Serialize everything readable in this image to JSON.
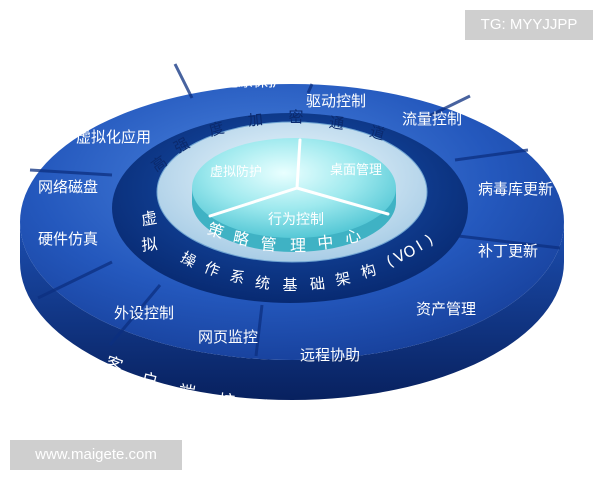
{
  "watermarks": {
    "top_right": "TG: MYYJJPP",
    "bottom_left": "www.maigete.com"
  },
  "center": {
    "seg_left": "虚拟防护",
    "seg_right": "桌面管理",
    "seg_bottom": "行为控制"
  },
  "middle_ring": {
    "top_arc": "高强度加密通道",
    "left_chars": "虚拟",
    "policy": "策略管理中心",
    "framework": "操作系统基础架构 (VOI)"
  },
  "outer_ring": {
    "restore": "还原保护",
    "driver": "驱动控制",
    "traffic": "流量控制",
    "virtual_app": "虚拟化应用",
    "network_disk": "网络磁盘",
    "antivirus": "病毒库更新",
    "hardware_sim": "硬件仿真",
    "patch": "补丁更新",
    "asset": "资产管理",
    "peripheral": "外设控制",
    "web_monitor": "网页监控",
    "remote_help": "远程协助"
  },
  "base": {
    "engine": "客户端核心引擎"
  },
  "colors": {
    "outer_top": "#2a62c4",
    "outer_side": "#0d2f86",
    "dark_ring": "#0b3a8c",
    "inner_ring": "#cfe6f4",
    "center_disc": "#8fe3e8",
    "label": "#ffffff",
    "ring_label": "#0b2a6e",
    "watermark_bg": "#cfcfcf"
  }
}
